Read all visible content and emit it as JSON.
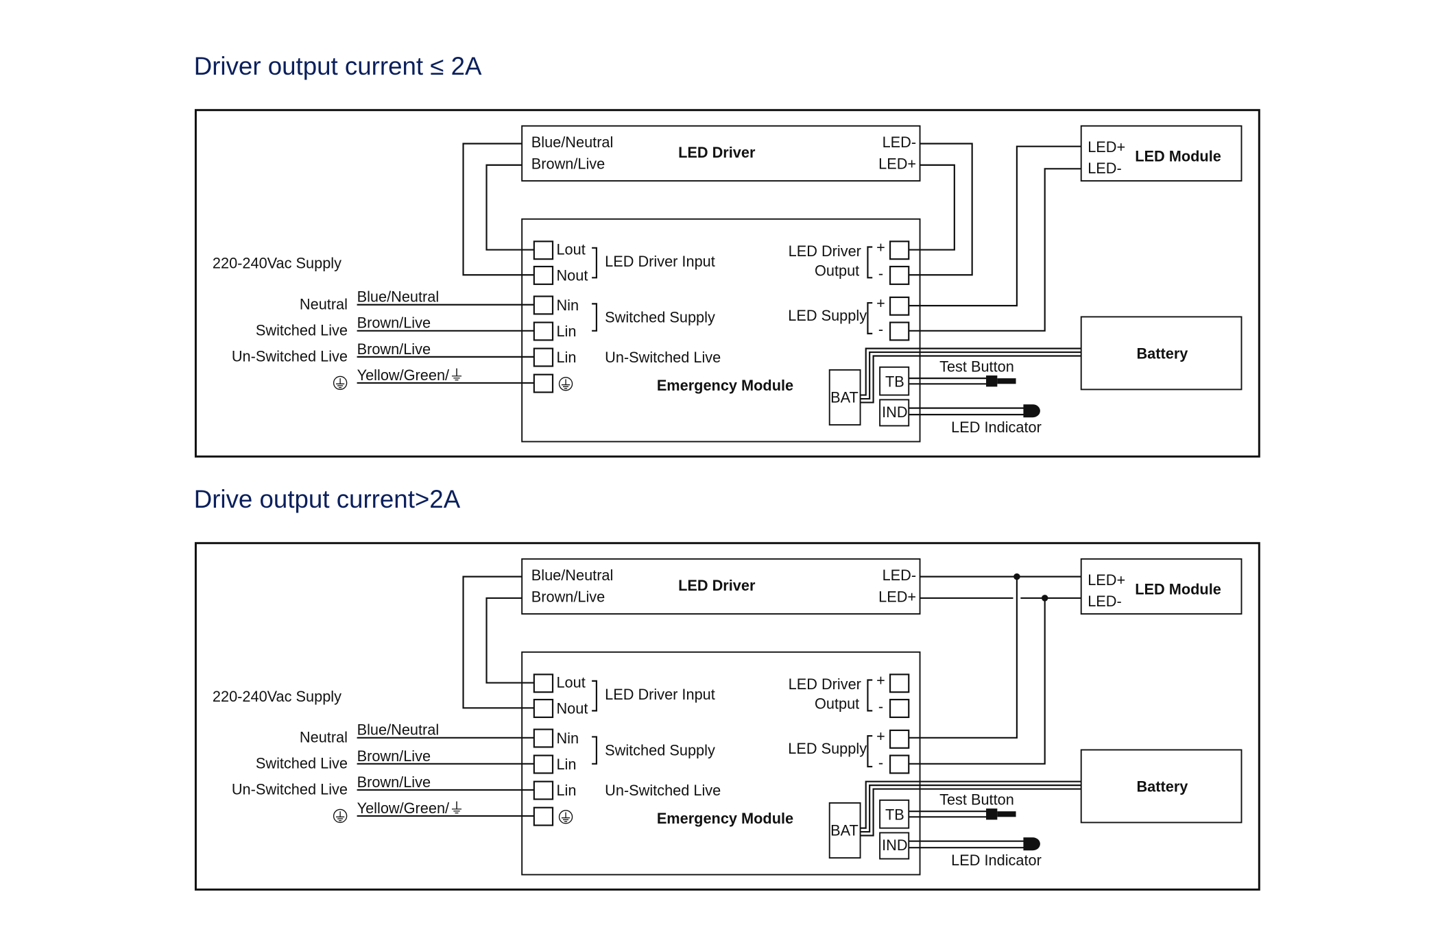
{
  "diagrams": [
    {
      "title": "Driver output current ≤ 2A",
      "supply_label": "220-240Vac Supply",
      "led_driver": {
        "title": "LED Driver",
        "in_neutral": "Blue/Neutral",
        "in_live": "Brown/Live",
        "out_neg": "LED-",
        "out_pos": "LED+"
      },
      "led_module": {
        "title": "LED Module",
        "pos": "LED+",
        "neg": "LED-"
      },
      "battery": {
        "title": "Battery"
      },
      "inputs": [
        {
          "side_label": "Neutral",
          "wire_label": "Blue/Neutral",
          "terminal": "Nin"
        },
        {
          "side_label": "Switched Live",
          "wire_label": "Brown/Live",
          "terminal": "Lin"
        },
        {
          "side_label": "Un-Switched Live",
          "wire_label": "Brown/Live",
          "terminal": "Lin"
        },
        {
          "side_label": "⏚",
          "wire_label": "Yellow/Green/⏚",
          "terminal": "⏚"
        }
      ],
      "emergency_module": {
        "title": "Emergency Module",
        "lout": "Lout",
        "nout": "Nout",
        "driver_input_label": "LED Driver Input",
        "switched_supply_label": "Switched Supply",
        "unswitched_live_label": "Un-Switched Live",
        "driver_output_label_1": "LED Driver",
        "driver_output_label_2": "Output",
        "led_supply_label": "LED Supply",
        "plus": "+",
        "minus": "-",
        "bat": "BAT",
        "tb": "TB",
        "ind": "IND"
      },
      "test_button_label": "Test Button",
      "led_indicator_label": "LED Indicator",
      "connection_mode": "separate"
    },
    {
      "title": "Drive output current>2A",
      "supply_label": "220-240Vac Supply",
      "led_driver": {
        "title": "LED Driver",
        "in_neutral": "Blue/Neutral",
        "in_live": "Brown/Live",
        "out_neg": "LED-",
        "out_pos": "LED+"
      },
      "led_module": {
        "title": "LED Module",
        "pos": "LED+",
        "neg": "LED-"
      },
      "battery": {
        "title": "Battery"
      },
      "inputs": [
        {
          "side_label": "Neutral",
          "wire_label": "Blue/Neutral",
          "terminal": "Nin"
        },
        {
          "side_label": "Switched Live",
          "wire_label": "Brown/Live",
          "terminal": "Lin"
        },
        {
          "side_label": "Un-Switched Live",
          "wire_label": "Brown/Live",
          "terminal": "Lin"
        },
        {
          "side_label": "⏚",
          "wire_label": "Yellow/Green/⏚",
          "terminal": "⏚"
        }
      ],
      "emergency_module": {
        "title": "Emergency Module",
        "lout": "Lout",
        "nout": "Nout",
        "driver_input_label": "LED Driver Input",
        "switched_supply_label": "Switched Supply",
        "unswitched_live_label": "Un-Switched Live",
        "driver_output_label_1": "LED Driver",
        "driver_output_label_2": "Output",
        "led_supply_label": "LED Supply",
        "plus": "+",
        "minus": "-",
        "bat": "BAT",
        "tb": "TB",
        "ind": "IND"
      },
      "test_button_label": "Test Button",
      "led_indicator_label": "LED Indicator",
      "connection_mode": "junction"
    }
  ]
}
